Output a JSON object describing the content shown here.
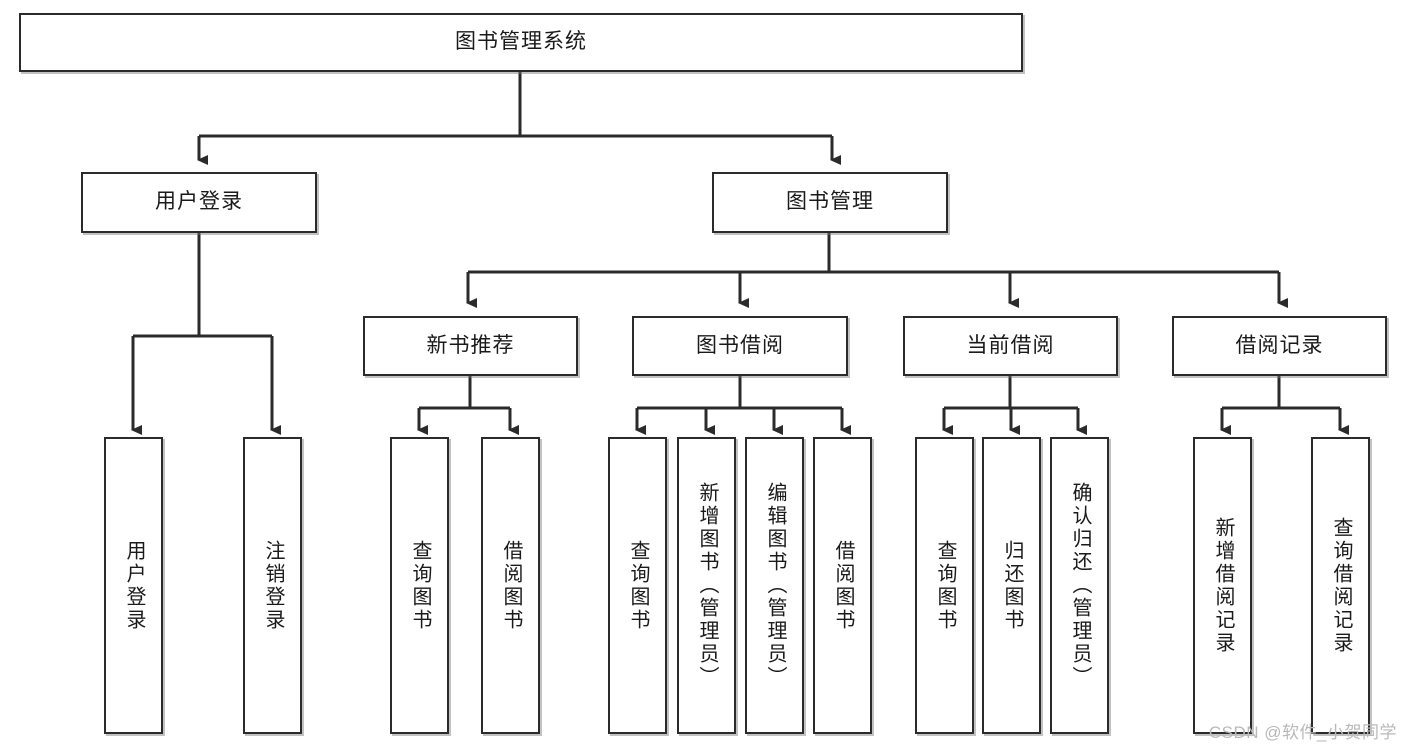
{
  "diagram": {
    "title": "图书管理系统",
    "watermark": "CSDN @软件_小贺同学",
    "line_color": "#2b2b2b",
    "box_fill": "#ffffff",
    "text_color": "#1a1a1a",
    "nodes": {
      "root": "图书管理系统",
      "user_login": "用户登录",
      "book_manage": "图书管理",
      "new_book_rec": "新书推荐",
      "book_borrow": "图书借阅",
      "current_borrow": "当前借阅",
      "borrow_record": "借阅记录",
      "leaf_user_login": "用户登录",
      "leaf_logout": "注销登录",
      "leaf_query_book_1": "查询图书",
      "leaf_borrow_book_1": "借阅图书",
      "leaf_query_book_2": "查询图书",
      "leaf_add_book": "新增图书（管理员）",
      "leaf_edit_book": "编辑图书（管理员）",
      "leaf_borrow_book_2": "借阅图书",
      "leaf_query_book_3": "查询图书",
      "leaf_return_book": "归还图书",
      "leaf_confirm_return": "确认归还（管理员）",
      "leaf_add_record": "新增借阅记录",
      "leaf_query_record": "查询借阅记录"
    }
  }
}
